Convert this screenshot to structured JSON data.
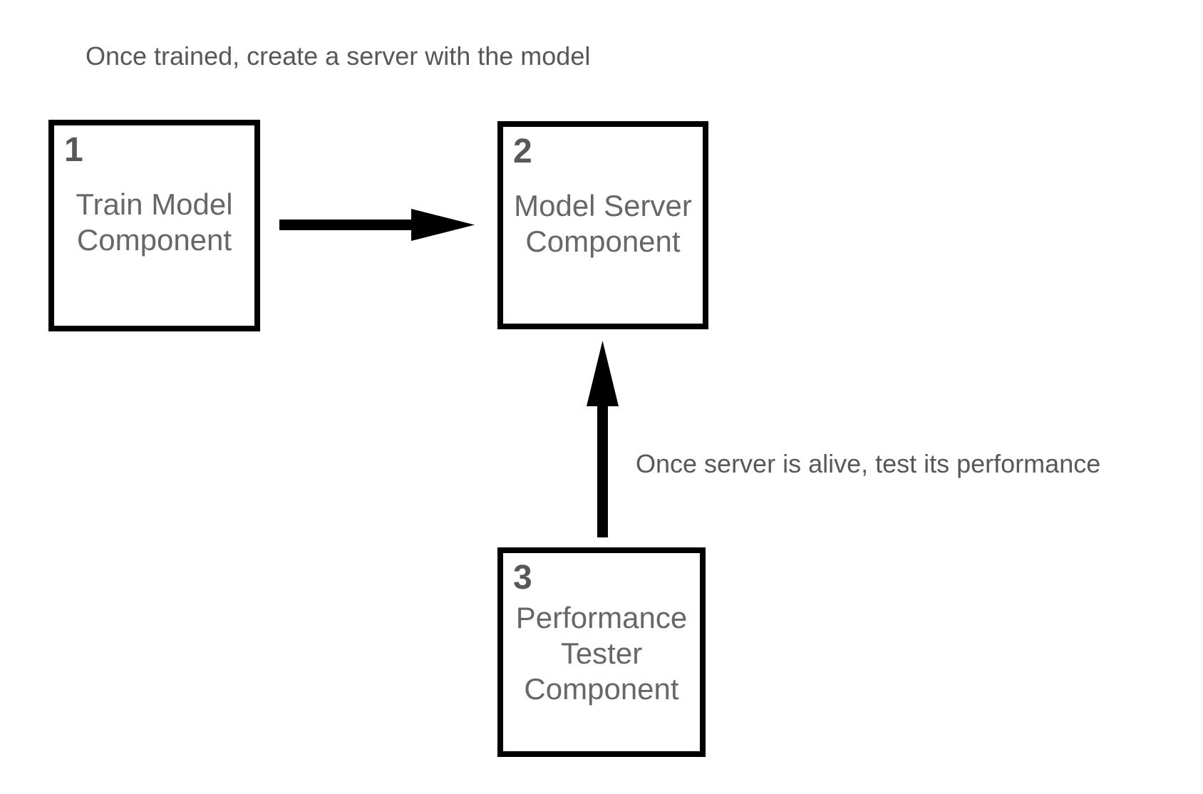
{
  "annotations": {
    "top": "Once trained, create a server with the model",
    "side": "Once server is alive, test its performance"
  },
  "boxes": [
    {
      "number": "1",
      "lines": [
        "Train Model",
        "Component"
      ]
    },
    {
      "number": "2",
      "lines": [
        "Model Server",
        "Component"
      ]
    },
    {
      "number": "3",
      "lines": [
        "Performance",
        "Tester",
        "Component"
      ]
    }
  ],
  "colors": {
    "background": "#ffffff",
    "box_border": "#000000",
    "arrow": "#000000",
    "number_text": "#57585a",
    "label_text": "#666769",
    "annotation_text": "#58585b"
  }
}
